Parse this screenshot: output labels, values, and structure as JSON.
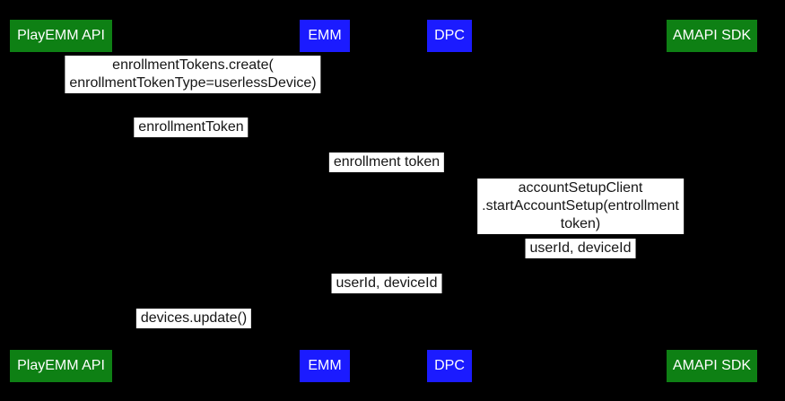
{
  "colors": {
    "canvas_bg": "#000000",
    "actor_green": "#0e8014",
    "actor_blue": "#1b1bff",
    "label_bg": "#ffffff",
    "label_text": "#161616"
  },
  "actors": [
    {
      "id": "playemm-api",
      "label": "PlayEMM API",
      "color": "green"
    },
    {
      "id": "emm",
      "label": "EMM",
      "color": "blue"
    },
    {
      "id": "dpc",
      "label": "DPC",
      "color": "blue"
    },
    {
      "id": "amapi-sdk",
      "label": "AMAPI SDK",
      "color": "green"
    }
  ],
  "messages": [
    {
      "between": [
        "PlayEMM API",
        "EMM"
      ],
      "text": "enrollmentTokens.create(\nenrollmentTokenType=userlessDevice)"
    },
    {
      "between": [
        "PlayEMM API",
        "EMM"
      ],
      "text": "enrollmentToken"
    },
    {
      "between": [
        "EMM",
        "DPC"
      ],
      "text": "enrollment token"
    },
    {
      "between": [
        "DPC",
        "AMAPI SDK"
      ],
      "text": "accountSetupClient\n.startAccountSetup(entrollment token)"
    },
    {
      "between": [
        "DPC",
        "AMAPI SDK"
      ],
      "text": "userId, deviceId"
    },
    {
      "between": [
        "EMM",
        "DPC"
      ],
      "text": "userId, deviceId"
    },
    {
      "between": [
        "PlayEMM API",
        "EMM"
      ],
      "text": "devices.update()"
    }
  ]
}
